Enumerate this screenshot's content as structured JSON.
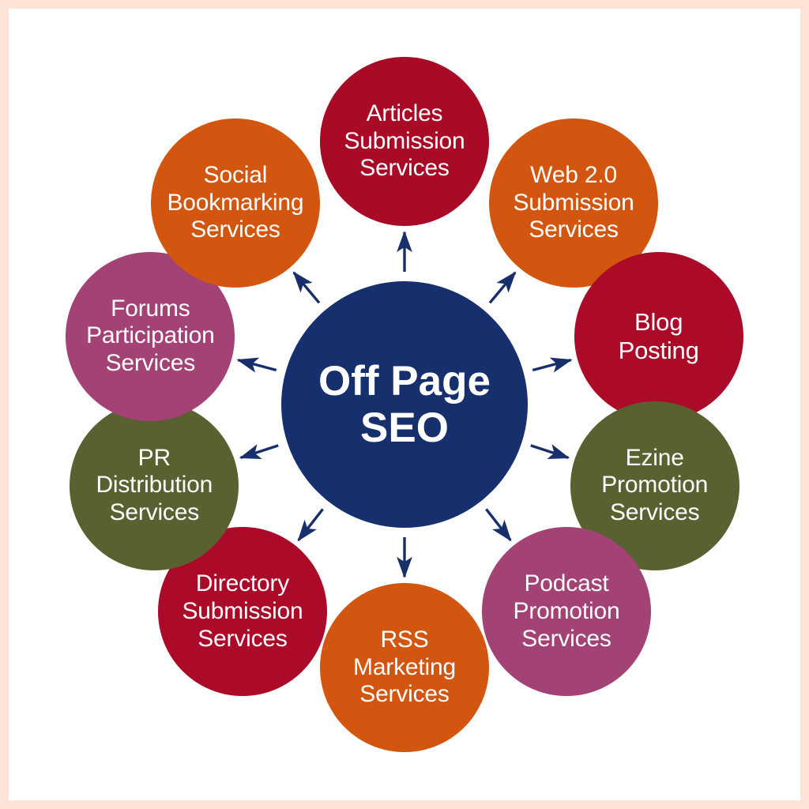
{
  "frame": {
    "border_color": "#fde3d8",
    "background_color": "#ffffff"
  },
  "diagram": {
    "type": "hub-and-spoke",
    "arrow_color": "#17306b",
    "center": {
      "id": "off-page-seo",
      "label": "Off Page\nSEO",
      "color": "#16306e",
      "text_color": "#ffffff"
    },
    "nodes": [
      {
        "id": "articles-submission-services",
        "label": "Articles\nSubmission\nServices",
        "color": "#a90a26",
        "text_color": "#ffffff",
        "angle_deg": 90,
        "lines": 3
      },
      {
        "id": "web-20-submission-services",
        "label": "Web 2.0\nSubmission\nServices",
        "color": "#d2560f",
        "text_color": "#ffffff",
        "angle_deg": 50,
        "lines": 3
      },
      {
        "id": "blog-posting",
        "label": "Blog\nPosting",
        "color": "#ab0b28",
        "text_color": "#ffffff",
        "angle_deg": 15,
        "lines": 2
      },
      {
        "id": "ezine-promotion-services",
        "label": "Ezine\nPromotion\nServices",
        "color": "#5a6130",
        "text_color": "#ffffff",
        "angle_deg": -18,
        "lines": 3
      },
      {
        "id": "podcast-promotion-services",
        "label": "Podcast\nPromotion\nServices",
        "color": "#a34275",
        "text_color": "#ffffff",
        "angle_deg": -52,
        "lines": 3
      },
      {
        "id": "rss-marketing-services",
        "label": "RSS\nMarketing\nServices",
        "color": "#d2560f",
        "text_color": "#ffffff",
        "angle_deg": -90,
        "lines": 3
      },
      {
        "id": "directory-submission-services",
        "label": "Directory\nSubmission\nServices",
        "color": "#ab0b28",
        "text_color": "#ffffff",
        "angle_deg": -128,
        "lines": 3
      },
      {
        "id": "pr-distribution-services",
        "label": "PR\nDistribution\nServices",
        "color": "#5a6130",
        "text_color": "#ffffff",
        "angle_deg": -162,
        "lines": 3
      },
      {
        "id": "forums-participation-services",
        "label": "Forums\nParticipation\nServices",
        "color": "#a34275",
        "text_color": "#ffffff",
        "angle_deg": 165,
        "lines": 3
      },
      {
        "id": "social-bookmarking-services",
        "label": "Social\nBookmarking\nServices",
        "color": "#d2560f",
        "text_color": "#ffffff",
        "angle_deg": 130,
        "lines": 3
      }
    ]
  }
}
